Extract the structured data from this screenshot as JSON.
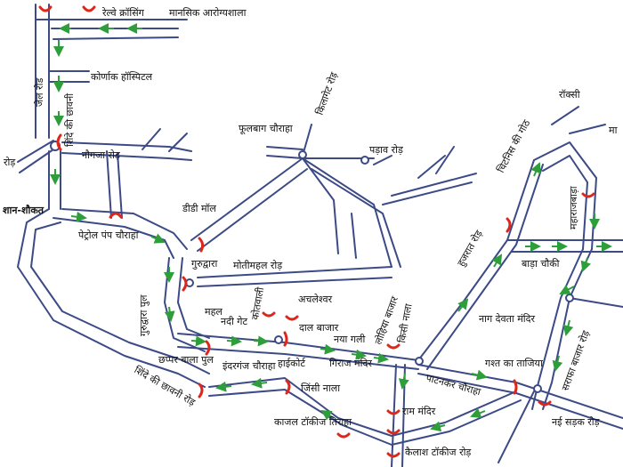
{
  "map": {
    "labels": {
      "railway_crossing": "रेल्वे क्रॉसिंग",
      "mental_hospital": "मानसिक आरोग्यशाला",
      "jail_road": "जेल रोड",
      "kornak_hospital": "कोर्णाक हॉस्पिटल",
      "shinde_chhavni_top": "शिंदे की छावनी",
      "road_left": "रोड़",
      "naugaja_road": "नौगजा रोड़",
      "phoolbagh": "फूलबाग चौराहा",
      "kilagate_road": "किलागेट रोड़",
      "padav_road": "पड़ाव रोड़",
      "shan_shaukat": "शान-शौकत",
      "dd_mall": "डीडी मॉल",
      "petrol_pump": "पेट्रोल पंप चौराहा",
      "gurudwara": "गुरुद्वारा",
      "motimahal_road": "मोतीमहल रोड़",
      "gurudwara_pul": "गुरुद्वारा पुल",
      "mahal": "महल",
      "nadi_gate": "नदी गेट",
      "kotwali": "कोतवाली",
      "achaleshwar": "अचलेश्वर",
      "daulat_bazar": "दाल बाजार",
      "chhappar_wala_pul": "छप्पर वाला पुल",
      "indraganj": "इंदरगंज चौराहा",
      "highcourt": "हाईकोर्ट",
      "naya_gali": "नया गली",
      "giraj_mandir": "गिराज मंदिर",
      "lohiya_bazar": "लोहिया बाजार",
      "kinsi_nala": "किसी नाला",
      "jinsi_nala": "जिंसी नाला",
      "shinde_chhavni_road": "शिंदे की छावनी रोड़",
      "patankar_chauraha": "पाटनकर चौराहा",
      "ram_mandir": "राम मंदिर",
      "kajal_talkies": "काजल टॉकीज तिराहा",
      "kailash_talkies": "कैलाश टॉकीज रोड़",
      "hujrat_road": "हुजरात रोड़",
      "chitnis_goth": "चिटनिस की गोठ",
      "roxy": "रॉक्सी",
      "maharajbada": "महाराजबाड़ा",
      "bada_chowki": "बाड़ा चौकी",
      "naag_devta": "नाग देवता मंदिर",
      "gasht_tajiya": "गश्त का ताजिया",
      "sarafa_bazar_road": "सराफा बाजार रोड़",
      "nai_sadak_road": "नई सड़क रोड़",
      "right_edge": "मा"
    }
  }
}
